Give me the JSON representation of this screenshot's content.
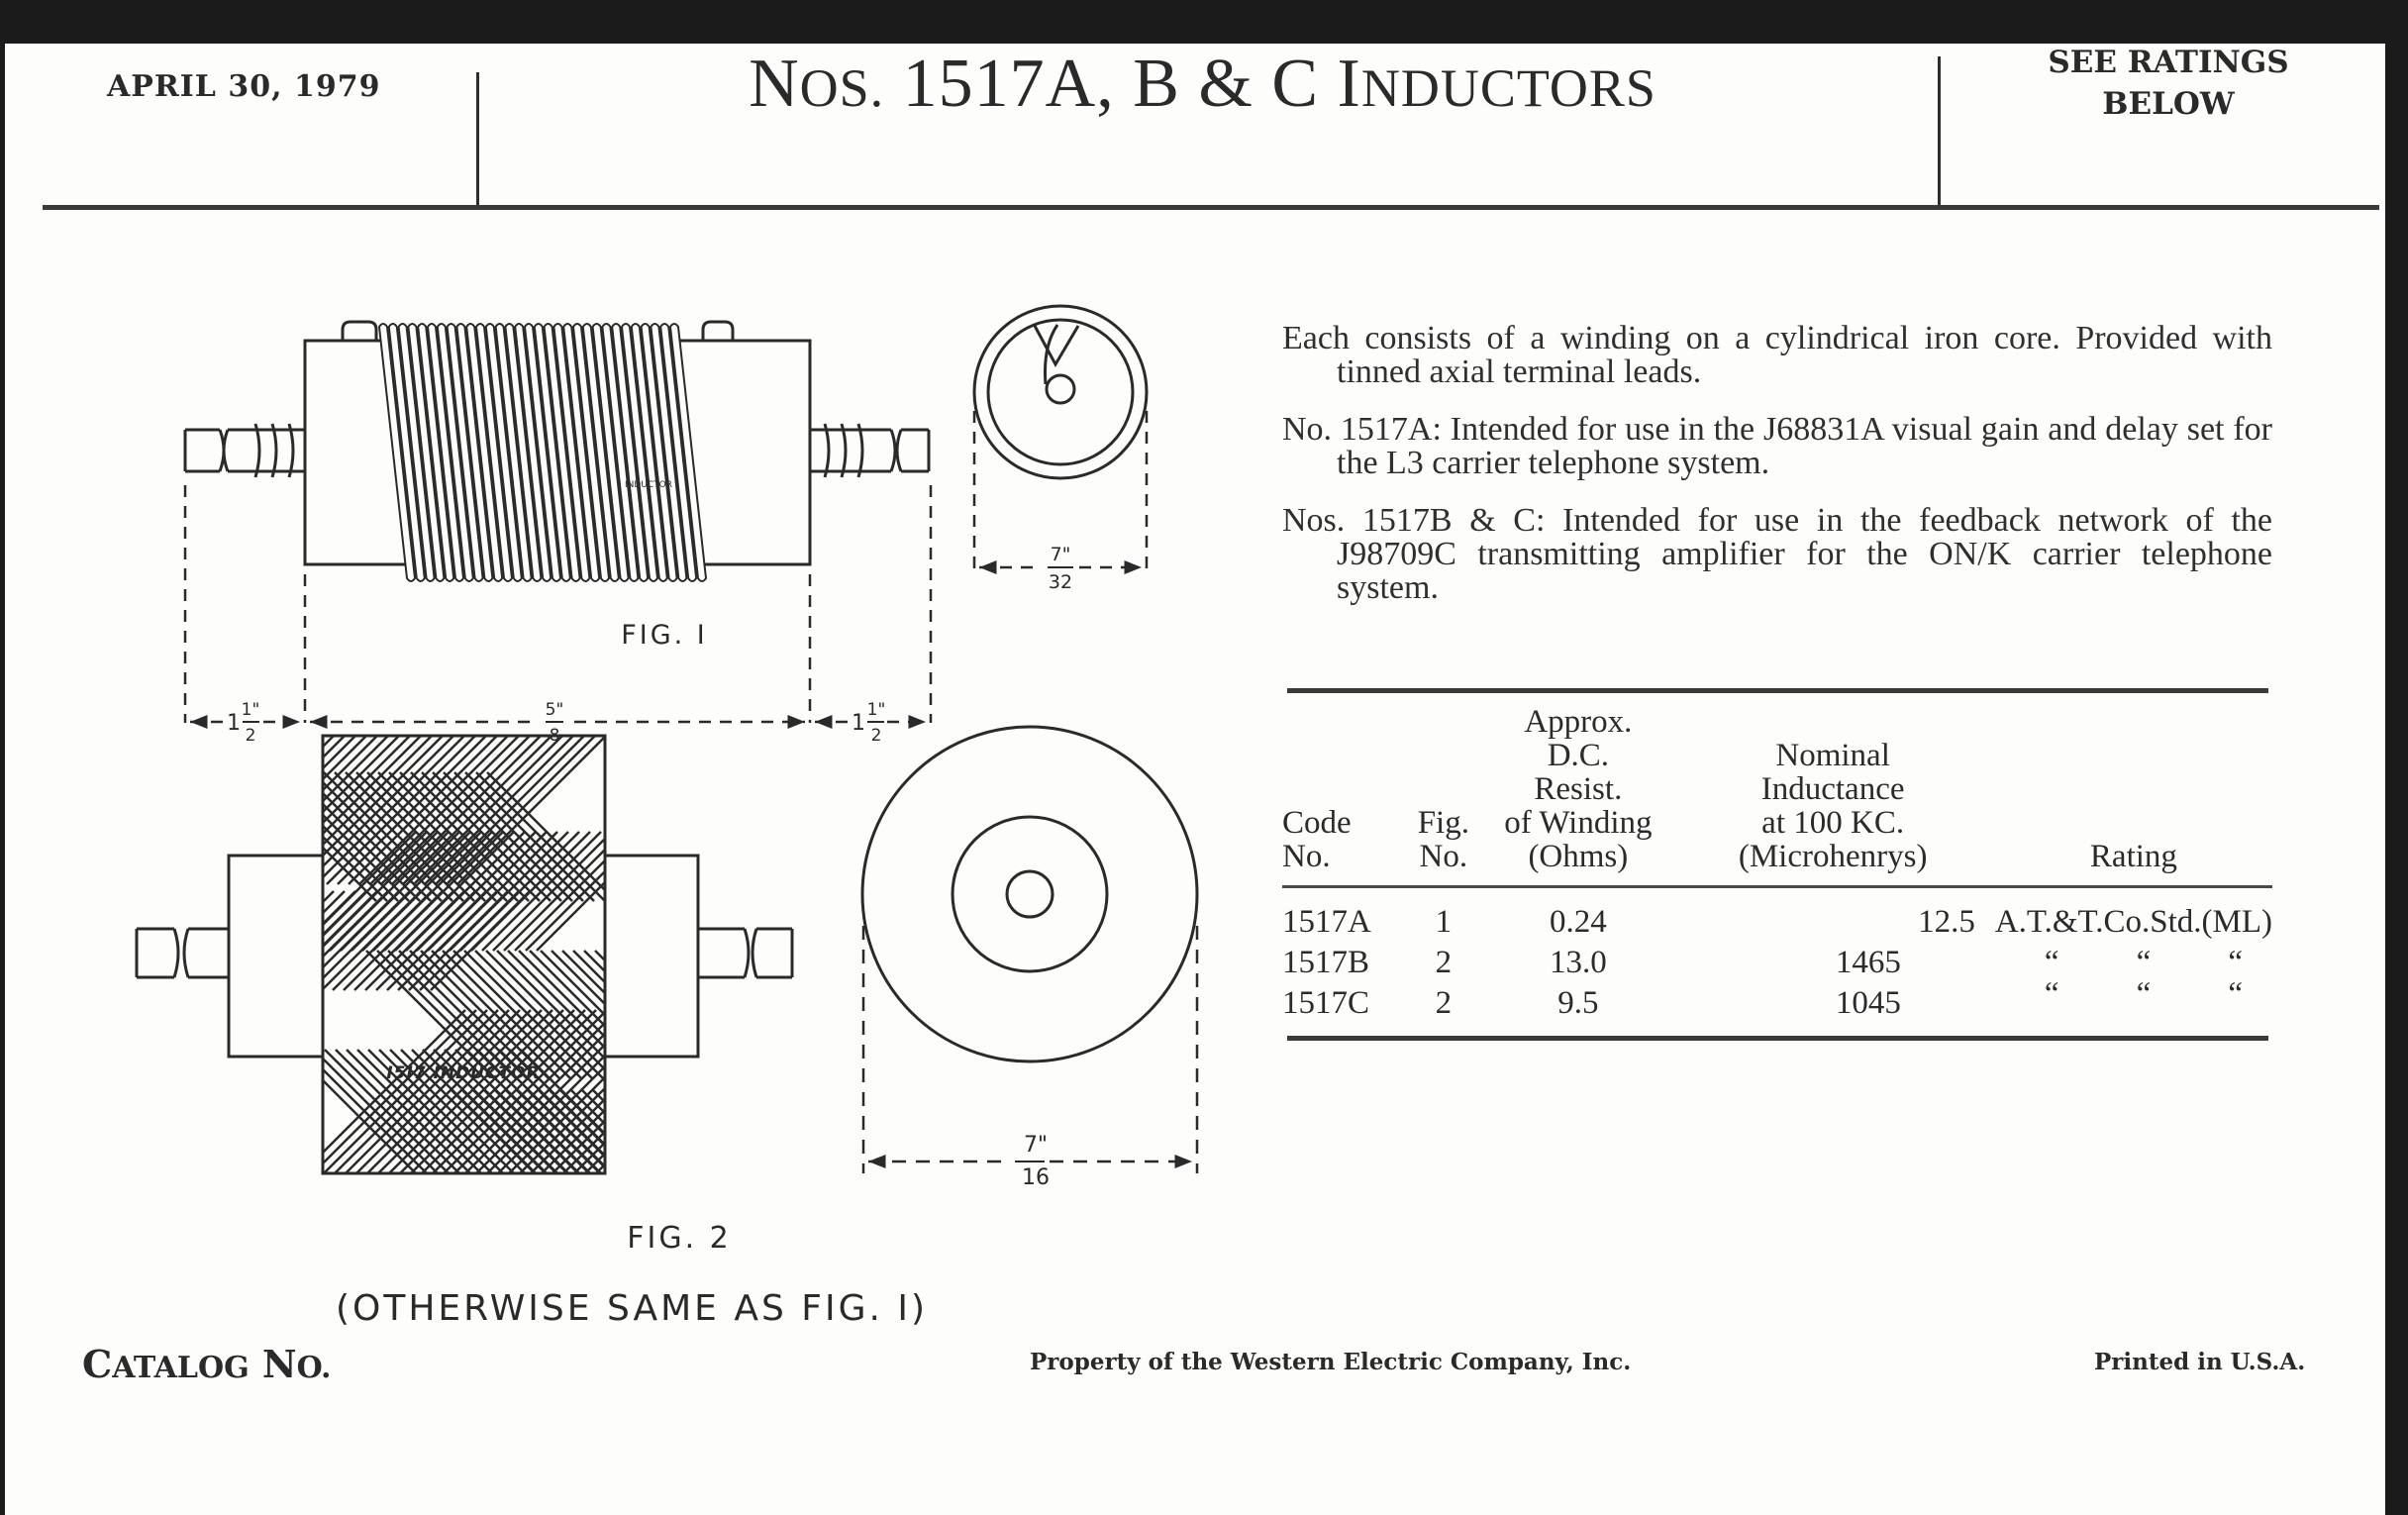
{
  "header": {
    "date": "APRIL 30, 1979",
    "title_prefix": "N",
    "title_prefix_sc": "OS.",
    "title_main": " 1517A, B & C ",
    "title_I": "I",
    "title_rest_sc": "NDUCTORS",
    "see_ratings_line1": "SEE RATINGS",
    "see_ratings_line2": "BELOW"
  },
  "description": [
    "Each  consists of a winding on a cylindrical iron core.  Provided with tinned axial terminal leads.",
    "No. 1517A:  Intended for use in the J68831A visual gain and delay set for the L3 carrier telephone system.",
    "Nos. 1517B & C:  Intended for use in the feedback network of the J98709C transmitting amplifier for the ON/K carrier telephone system."
  ],
  "table": {
    "headers": {
      "code": [
        "Code",
        "No."
      ],
      "fig": [
        "Fig.",
        "No."
      ],
      "resist": [
        "Approx.",
        "D.C.",
        "Resist.",
        "of Winding",
        "(Ohms)"
      ],
      "inductance": [
        "Nominal",
        "Inductance",
        "at 100 KC.",
        "(Microhenrys)"
      ],
      "rating": [
        "Rating"
      ]
    },
    "rows": [
      {
        "code": "1517A",
        "fig": "1",
        "resist": "0.24",
        "inductance": "12.5",
        "rating": "A.T.&T.Co.Std.(ML)"
      },
      {
        "code": "1517B",
        "fig": "2",
        "resist": "13.0",
        "inductance": "1465",
        "rating_ditto": [
          "“",
          "“",
          "“"
        ]
      },
      {
        "code": "1517C",
        "fig": "2",
        "resist": "9.5",
        "inductance": "1045",
        "rating_ditto": [
          "“",
          "“",
          "“"
        ]
      }
    ]
  },
  "figures": {
    "fig1": {
      "label": "FIG. I",
      "part_label": "INDUCTOR",
      "dim_left": {
        "num": "1",
        "frac_num": "1\"",
        "frac_den": "2"
      },
      "dim_body": {
        "frac_num": "5\"",
        "frac_den": "8"
      },
      "dim_right": {
        "num": "1",
        "frac_num": "1\"",
        "frac_den": "2"
      },
      "dim_end": {
        "frac_num": "7\"",
        "frac_den": "32"
      }
    },
    "fig2": {
      "label": "FIG. 2",
      "part_label": "I5I7 INDUCTOR",
      "dim_end": {
        "frac_num": "7\"",
        "frac_den": "16"
      },
      "note": "(OTHERWISE SAME AS FIG. I)"
    }
  },
  "footer": {
    "catalog_C": "C",
    "catalog_rest_sc": "ATALOG",
    "catalog_N": " N",
    "catalog_o": "O.",
    "property": "Property of the Western Electric Company, Inc.",
    "printed": "Printed in U.S.A."
  }
}
